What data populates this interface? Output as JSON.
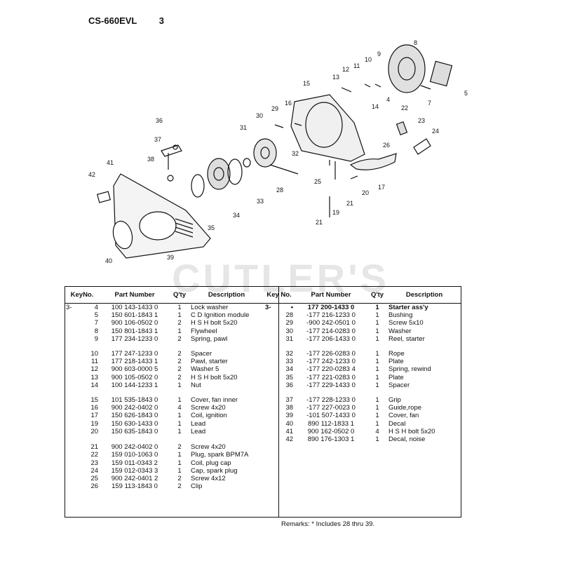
{
  "header": {
    "model": "CS-660EVL",
    "page": "3"
  },
  "watermark": "CUTLER'S",
  "diagram_labels": [
    "4",
    "5",
    "7",
    "8",
    "9",
    "10",
    "11",
    "12",
    "13",
    "14",
    "15",
    "16",
    "17",
    "19",
    "20",
    "21",
    "21",
    "22",
    "23",
    "24",
    "25",
    "26",
    "28",
    "29",
    "30",
    "31",
    "32",
    "33",
    "34",
    "35",
    "36",
    "37",
    "38",
    "39",
    "40",
    "41",
    "42"
  ],
  "table": {
    "headers": [
      "KeyNo.",
      "Part Number",
      "Q'ty",
      "Description",
      "Key No.",
      "Part Number",
      "Q'ty",
      "Description"
    ],
    "left": [
      {
        "group": "3-",
        "key": "4",
        "part": "100 143-1433 0",
        "qty": "1",
        "desc": "Lock washer"
      },
      {
        "group": "",
        "key": "5",
        "part": "150 601-1843 1",
        "qty": "1",
        "desc": "C D Ignition module"
      },
      {
        "group": "",
        "key": "7",
        "part": "900 106-0502 0",
        "qty": "2",
        "desc": "H S H  bolt 5x20"
      },
      {
        "group": "",
        "key": "8",
        "part": "150 801-1843 1",
        "qty": "1",
        "desc": "Flywheel"
      },
      {
        "group": "",
        "key": "9",
        "part": "177 234-1233 0",
        "qty": "2",
        "desc": "Spring, pawl"
      },
      null,
      {
        "group": "",
        "key": "10",
        "part": "177 247-1233 0",
        "qty": "2",
        "desc": "Spacer"
      },
      {
        "group": "",
        "key": "11",
        "part": "177 218-1433 1",
        "qty": "2",
        "desc": "Pawl, starter"
      },
      {
        "group": "",
        "key": "12",
        "part": "900 603-0000 5",
        "qty": "2",
        "desc": "Washer 5"
      },
      {
        "group": "",
        "key": "13",
        "part": "900 105-0502 0",
        "qty": "2",
        "desc": "H S H  bolt 5x20"
      },
      {
        "group": "",
        "key": "14",
        "part": "100 144-1233 1",
        "qty": "1",
        "desc": "Nut"
      },
      null,
      {
        "group": "",
        "key": "15",
        "part": "101 535-1843 0",
        "qty": "1",
        "desc": "Cover, fan inner"
      },
      {
        "group": "",
        "key": "16",
        "part": "900 242-0402 0",
        "qty": "4",
        "desc": "Screw 4x20"
      },
      {
        "group": "",
        "key": "17",
        "part": "150 626-1843 0",
        "qty": "1",
        "desc": "Coil, ignition"
      },
      {
        "group": "",
        "key": "19",
        "part": "150 630-1433 0",
        "qty": "1",
        "desc": "Lead"
      },
      {
        "group": "",
        "key": "20",
        "part": "150 635-1843 0",
        "qty": "1",
        "desc": "Lead"
      },
      null,
      {
        "group": "",
        "key": "21",
        "part": "900 242-0402 0",
        "qty": "2",
        "desc": "Screw 4x20"
      },
      {
        "group": "",
        "key": "22",
        "part": "159 010-1063 0",
        "qty": "1",
        "desc": "Plug, spark BPM7A"
      },
      {
        "group": "",
        "key": "23",
        "part": "159 011-0343 2",
        "qty": "1",
        "desc": "Coil, plug cap"
      },
      {
        "group": "",
        "key": "24",
        "part": "159 012-0343 3",
        "qty": "1",
        "desc": "Cap, spark plug"
      },
      {
        "group": "",
        "key": "25",
        "part": "900 242-0401 2",
        "qty": "2",
        "desc": "Screw 4x12"
      },
      {
        "group": "",
        "key": "26",
        "part": "159 113-1843 0",
        "qty": "2",
        "desc": "Clip"
      }
    ],
    "right": [
      {
        "group": "3-",
        "key": "•",
        "part": "177 200-1433 0",
        "qty": "1",
        "desc": "Starter ass'y",
        "bold": true
      },
      {
        "group": "",
        "key": "28",
        "part": "-177 216-1233 0",
        "qty": "1",
        "desc": "Bushing"
      },
      {
        "group": "",
        "key": "29",
        "part": "-900 242-0501 0",
        "qty": "1",
        "desc": "Screw 5x10"
      },
      {
        "group": "",
        "key": "30",
        "part": "-177 214-0283 0",
        "qty": "1",
        "desc": "Washer"
      },
      {
        "group": "",
        "key": "31",
        "part": "-177 206-1433 0",
        "qty": "1",
        "desc": "Reel, starter"
      },
      null,
      {
        "group": "",
        "key": "32",
        "part": "-177 226-0283 0",
        "qty": "1",
        "desc": "Rope"
      },
      {
        "group": "",
        "key": "33",
        "part": "-177 242-1233 0",
        "qty": "1",
        "desc": "Plate"
      },
      {
        "group": "",
        "key": "34",
        "part": "-177 220-0283 4",
        "qty": "1",
        "desc": "Spring, rewind"
      },
      {
        "group": "",
        "key": "35",
        "part": "-177 221-0283 0",
        "qty": "1",
        "desc": "Plate"
      },
      {
        "group": "",
        "key": "36",
        "part": "-177 229-1433 0",
        "qty": "1",
        "desc": "Spacer"
      },
      null,
      {
        "group": "",
        "key": "37",
        "part": "-177 228-1233 0",
        "qty": "1",
        "desc": "Grip"
      },
      {
        "group": "",
        "key": "38",
        "part": "-177 227-0023 0",
        "qty": "1",
        "desc": "Guide,rope"
      },
      {
        "group": "",
        "key": "39",
        "part": "-101 507-1433 0",
        "qty": "1",
        "desc": "Cover, fan"
      },
      {
        "group": "",
        "key": "40",
        "part": "890 112-1833 1",
        "qty": "1",
        "desc": "Decal"
      },
      {
        "group": "",
        "key": "41",
        "part": "900 162-0502 0",
        "qty": "4",
        "desc": "H S H  bolt 5x20"
      },
      {
        "group": "",
        "key": "42",
        "part": "890 176-1303 1",
        "qty": "1",
        "desc": "Decal, noise"
      },
      null,
      null,
      null,
      null,
      null,
      null
    ]
  },
  "remarks": "Remarks: * Includes 28 thru 39."
}
